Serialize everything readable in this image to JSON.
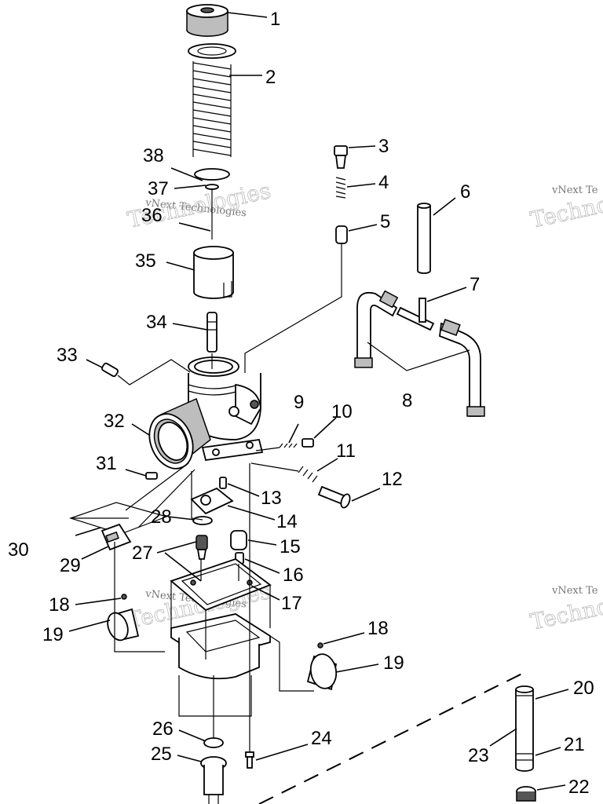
{
  "callouts": [
    {
      "n": "1"
    },
    {
      "n": "2"
    },
    {
      "n": "3"
    },
    {
      "n": "4"
    },
    {
      "n": "5"
    },
    {
      "n": "6"
    },
    {
      "n": "7"
    },
    {
      "n": "8"
    },
    {
      "n": "9"
    },
    {
      "n": "10"
    },
    {
      "n": "11"
    },
    {
      "n": "12"
    },
    {
      "n": "13"
    },
    {
      "n": "14"
    },
    {
      "n": "15"
    },
    {
      "n": "16"
    },
    {
      "n": "17"
    },
    {
      "n": "18"
    },
    {
      "n": "19"
    },
    {
      "n": "18"
    },
    {
      "n": "19"
    },
    {
      "n": "20"
    },
    {
      "n": "21"
    },
    {
      "n": "22"
    },
    {
      "n": "23"
    },
    {
      "n": "24"
    },
    {
      "n": "25"
    },
    {
      "n": "26"
    },
    {
      "n": "27"
    },
    {
      "n": "28"
    },
    {
      "n": "29"
    },
    {
      "n": "30"
    },
    {
      "n": "31"
    },
    {
      "n": "32"
    },
    {
      "n": "33"
    },
    {
      "n": "34"
    },
    {
      "n": "35"
    },
    {
      "n": "36"
    },
    {
      "n": "37"
    },
    {
      "n": "38"
    }
  ],
  "watermarks": [
    {
      "line1": "vNext Technologies",
      "line2": "Technologies"
    },
    {
      "line1": "vNext Technologies",
      "line2": "Technologies"
    },
    {
      "line1": "vNext Te",
      "line2": "Technolo"
    },
    {
      "line1": "vNext Te",
      "line2": "Technolo"
    }
  ]
}
